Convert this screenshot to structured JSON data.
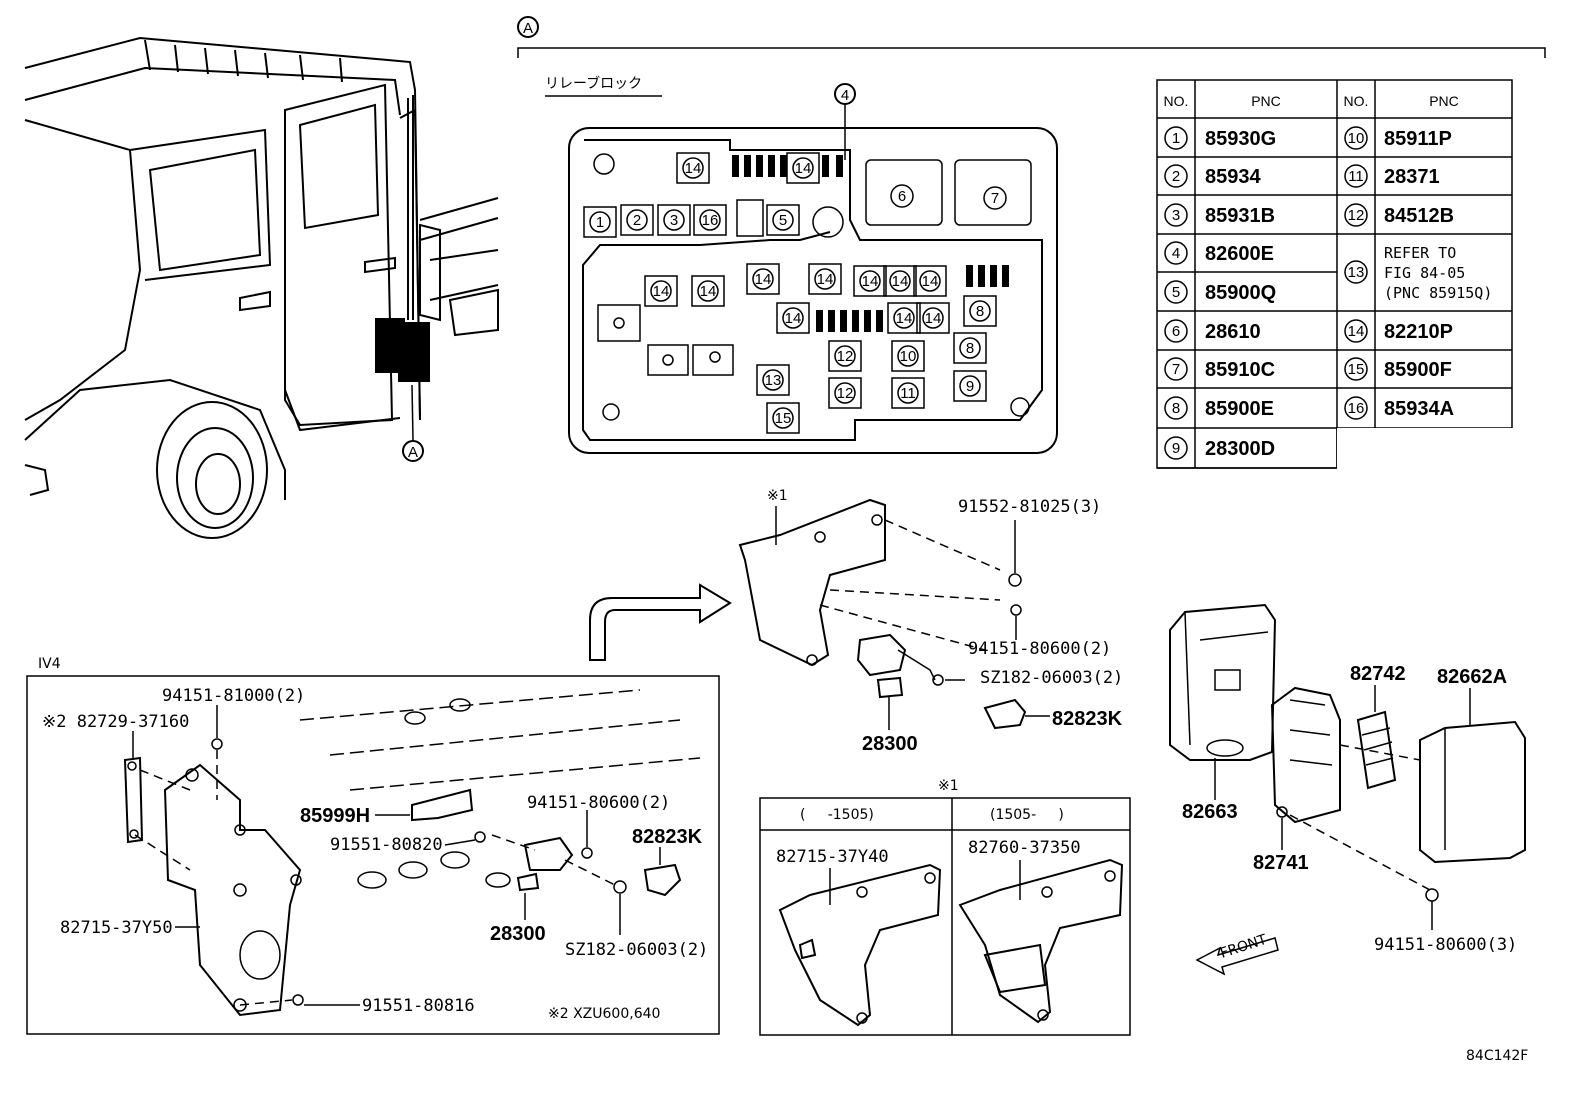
{
  "callout_a": "A",
  "relay_block_title": "リレーブロック",
  "relay_block_labels": [
    "1",
    "2",
    "3",
    "16",
    "5",
    "4",
    "6",
    "7",
    "14",
    "8",
    "12",
    "10",
    "9",
    "11",
    "13",
    "15"
  ],
  "table": {
    "header": {
      "no": "NO.",
      "pnc": "PNC"
    },
    "rows": [
      {
        "no": "1",
        "pnc": "85930G"
      },
      {
        "no": "2",
        "pnc": "85934"
      },
      {
        "no": "3",
        "pnc": "85931B"
      },
      {
        "no": "4",
        "pnc": "82600E"
      },
      {
        "no": "5",
        "pnc": "85900Q"
      },
      {
        "no": "6",
        "pnc": "28610"
      },
      {
        "no": "7",
        "pnc": "85910C"
      },
      {
        "no": "8",
        "pnc": "85900E"
      },
      {
        "no": "9",
        "pnc": "28300D"
      },
      {
        "no": "10",
        "pnc": "85911P"
      },
      {
        "no": "11",
        "pnc": "28371"
      },
      {
        "no": "12",
        "pnc": "84512B"
      },
      {
        "no": "13",
        "pnc_lines": [
          "REFER TO",
          "FIG 84-05",
          "(PNC 85915Q)"
        ]
      },
      {
        "no": "14",
        "pnc": "82210P"
      },
      {
        "no": "15",
        "pnc": "85900F"
      },
      {
        "no": "16",
        "pnc": "85934A"
      }
    ]
  },
  "parts": {
    "p91552": "91552-81025(3)",
    "p94151_a": "94151-80600(2)",
    "p_sz_a": "SZ182-06003(2)",
    "p82823k_a": "82823K",
    "p28300_a": "28300",
    "note1_top": "※1",
    "iv4": "IV4",
    "p94151_81000": "94151-81000(2)",
    "p82729": "※2 82729-37160",
    "p85999h": "85999H",
    "p91551_820": "91551-80820",
    "p94151_b": "94151-80600(2)",
    "p82823k_b": "82823K",
    "p28300_b": "28300",
    "p_sz_b": "SZ182-06003(2)",
    "p82715_50": "82715-37Y50",
    "p91551_816": "91551-80816",
    "note2": "※2 XZU600,640",
    "note1_box": "※1",
    "range_left": "(     -1505)",
    "range_right": "(1505-     )",
    "p82715_40": "82715-37Y40",
    "p82760": "82760-37350",
    "p82742": "82742",
    "p82662a": "82662A",
    "p82663": "82663",
    "p82741": "82741",
    "p94151_c": "94151-80600(3)",
    "front": "FRONT",
    "fig_code": "84C142F"
  }
}
